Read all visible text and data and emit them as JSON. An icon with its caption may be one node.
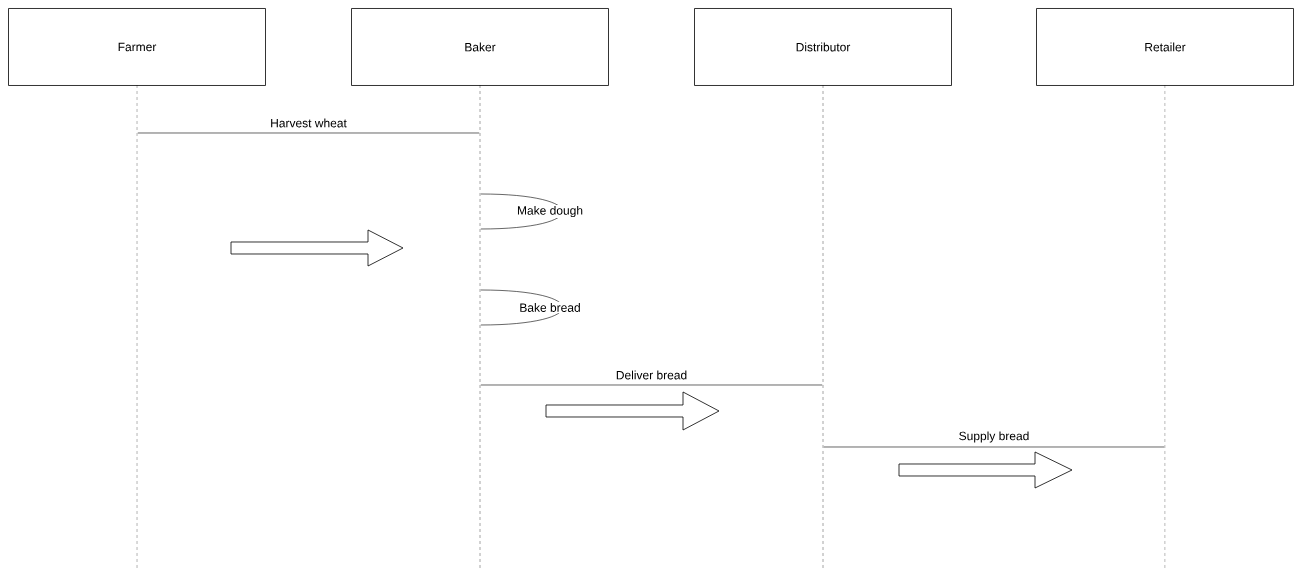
{
  "diagram": {
    "nodes": [
      {
        "text": [
          "Farmer"
        ]
      },
      {
        "text": [
          "Baker"
        ]
      },
      {
        "text": [
          "Distributor"
        ]
      },
      {
        "text": [
          "Retailer"
        ]
      },
      {
        "text": [],
        "shape": "line"
      },
      {
        "text": [],
        "shape": "line"
      },
      {
        "text": [],
        "shape": "line"
      },
      {
        "text": [],
        "shape": "line"
      }
    ],
    "edges": [
      {
        "from": 4,
        "to": 5,
        "arrow": "none",
        "label": "Harvest wheat"
      },
      {
        "from": 5,
        "to": 5,
        "arrow": "none",
        "label": "Make dough"
      },
      {
        "from": 5,
        "to": 5,
        "arrow": "none",
        "label": "Bake bread"
      },
      {
        "from": 5,
        "to": 6,
        "arrow": "none",
        "label": "Deliver bread"
      },
      {
        "from": 6,
        "to": 7,
        "arrow": "none",
        "label": "Supply bread"
      }
    ]
  }
}
